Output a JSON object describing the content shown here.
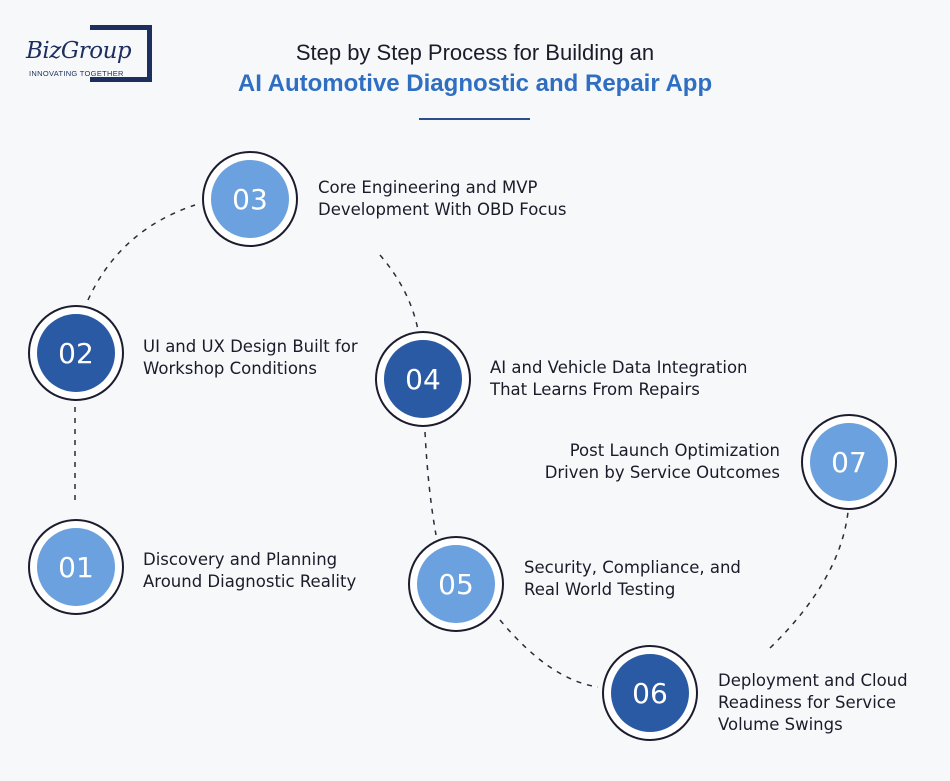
{
  "brand": {
    "logo_text": "BizGroup",
    "tagline": "INNOVATING TOGETHER"
  },
  "header": {
    "title_line1": "Step by Step Process for Building an",
    "title_line2": "AI Automotive Diagnostic and Repair App"
  },
  "colors": {
    "accent_light": "#6aa1de",
    "accent_dark": "#2a5aa3",
    "title_accent": "#2f6fc1"
  },
  "steps": [
    {
      "number": "01",
      "line1": "Discovery and Planning",
      "line2": "Around Diagnostic Reality"
    },
    {
      "number": "02",
      "line1": "UI and UX Design Built for",
      "line2": "Workshop Conditions"
    },
    {
      "number": "03",
      "line1": "Core Engineering and MVP",
      "line2": "Development With OBD Focus"
    },
    {
      "number": "04",
      "line1": "AI and Vehicle Data Integration",
      "line2": "That Learns From Repairs"
    },
    {
      "number": "05",
      "line1": "Security, Compliance, and",
      "line2": "Real World Testing"
    },
    {
      "number": "06",
      "line1": "Deployment and Cloud",
      "line2": "Readiness for Service",
      "line3": "Volume Swings"
    },
    {
      "number": "07",
      "line1": "Post Launch Optimization",
      "line2": "Driven by Service Outcomes"
    }
  ]
}
